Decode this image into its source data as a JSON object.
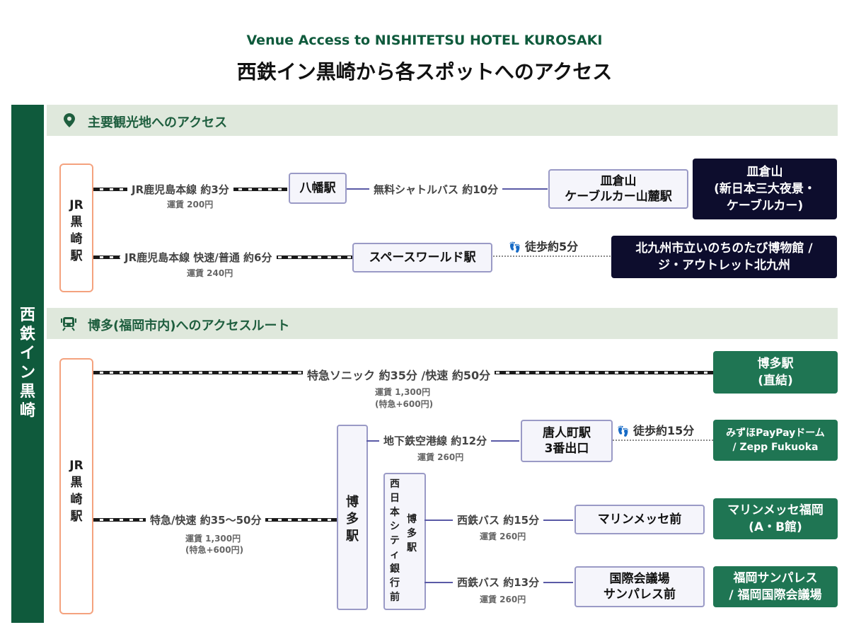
{
  "header": {
    "title_en": "Venue Access to NISHITETSU HOTEL KUROSAKI",
    "title_jp": "西鉄イン黒崎から各スポットへのアクセス"
  },
  "sidebar": {
    "label": "西鉄イン黒崎"
  },
  "section1": {
    "title": "主要観光地へのアクセス",
    "icon": "map-pin-icon",
    "origin": "JR黒崎駅",
    "routes": [
      {
        "rail": "JR鹿児島本線 約3分",
        "fare": "運賃 200円",
        "station": "八幡駅",
        "transfer": "無料シャトルバス 約10分",
        "station2": "皿倉山\nケーブルカー山麓駅",
        "destination": "皿倉山\n(新日本三大夜景・\nケーブルカー)"
      },
      {
        "rail": "JR鹿児島本線 快速/普通 約6分",
        "fare": "運賃 240円",
        "station": "スペースワールド駅",
        "walk": "徒歩約5分",
        "destination": "北九州市立いのちのたび博物館 /\nジ・アウトレット北九州"
      }
    ]
  },
  "section2": {
    "title": "博多(福岡市内)へのアクセスルート",
    "icon": "train-icon",
    "origin": "JR黒崎駅",
    "direct": {
      "label": "特急ソニック 約35分 /快速 約50分",
      "fare1": "運賃 1,300円",
      "fare2": "(特急+600円)",
      "destination": "博多駅\n(直結)"
    },
    "to_hakata": {
      "label": "特急/快速 約35〜50分",
      "fare1": "運賃 1,300円",
      "fare2": "(特急+600円)"
    },
    "hub": "博多駅",
    "bus_stop": {
      "col1": "西日本シティ銀行前",
      "col2": "博多駅"
    },
    "routes": [
      {
        "label": "地下鉄空港線 約12分",
        "fare": "運賃 260円",
        "station": "唐人町駅\n3番出口",
        "walk": "徒歩約15分",
        "destination": "みずほPayPayドーム\n/ Zepp Fukuoka"
      },
      {
        "label": "西鉄バス 約15分",
        "fare": "運賃 260円",
        "station": "マリンメッセ前",
        "destination": "マリンメッセ福岡\n(A・B館)"
      },
      {
        "label": "西鉄バス 約13分",
        "fare": "運賃 260円",
        "station": "国際会議場\nサンパレス前",
        "destination": "福岡サンパレス\n/ 福岡国際会議場"
      }
    ]
  },
  "colors": {
    "primary_green": "#0f5a3c",
    "band": "#dfe8dc",
    "dark_navy": "#0d0d2d",
    "dest_green": "#1f7553",
    "origin_border": "#f4a27e",
    "station_border": "#9a9ac6"
  }
}
